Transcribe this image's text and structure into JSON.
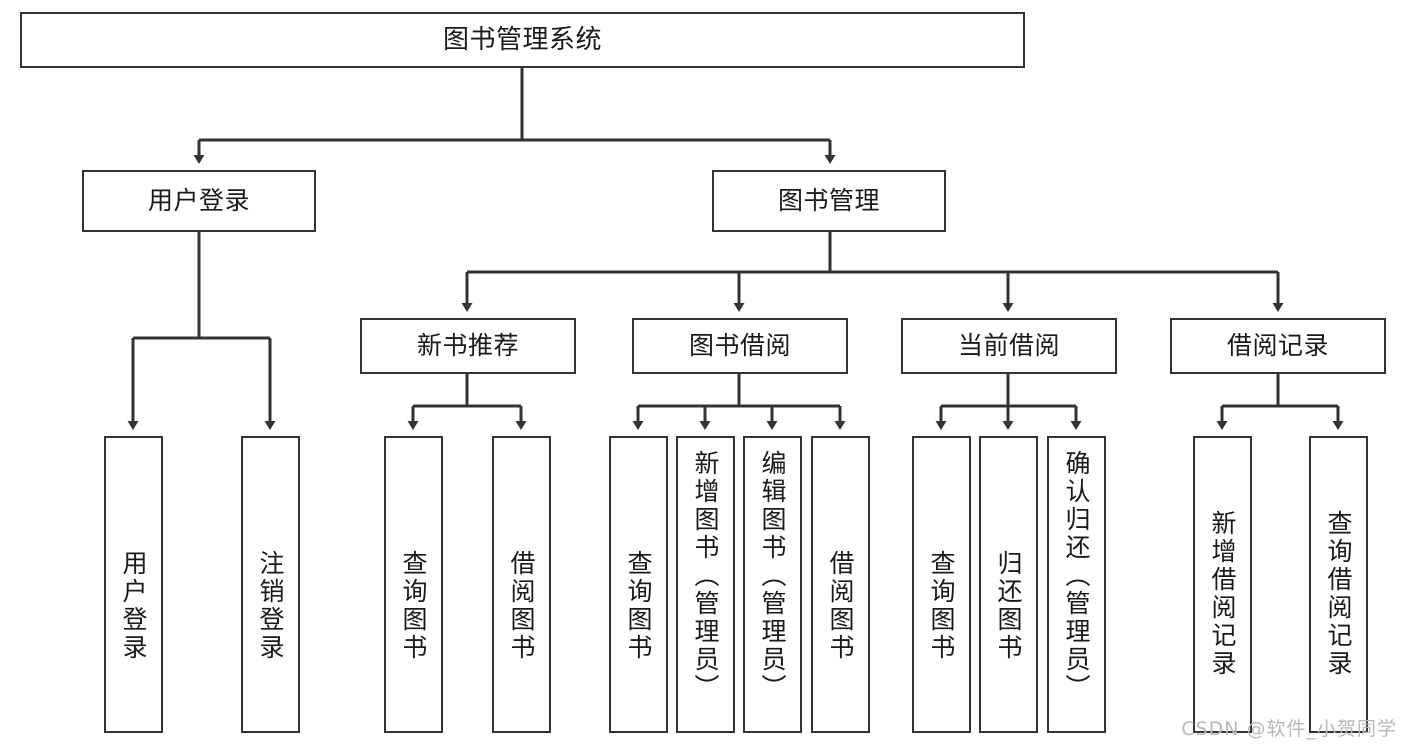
{
  "diagram": {
    "title": "图书管理系统",
    "type": "tree-hierarchy-chart",
    "colors": {
      "box_border": "#333333",
      "box_fill": "#ffffff",
      "edge": "#333333",
      "text": "#1a1a1a",
      "watermark": "#b9b9b9"
    },
    "root": {
      "label": "图书管理系统"
    },
    "level1": [
      {
        "label": "用户登录"
      },
      {
        "label": "图书管理"
      }
    ],
    "level2": [
      {
        "label": "新书推荐"
      },
      {
        "label": "图书借阅"
      },
      {
        "label": "当前借阅"
      },
      {
        "label": "借阅记录"
      }
    ],
    "leaves_user_login": [
      {
        "label": "用户登录"
      },
      {
        "label": "注销登录"
      }
    ],
    "leaves_new_book": [
      {
        "label": "查询图书"
      },
      {
        "label": "借阅图书"
      }
    ],
    "leaves_borrow": [
      {
        "label": "查询图书"
      },
      {
        "label": "新增图书（管理员）"
      },
      {
        "label": "编辑图书（管理员）"
      },
      {
        "label": "借阅图书"
      }
    ],
    "leaves_current": [
      {
        "label": "查询图书"
      },
      {
        "label": "归还图书"
      },
      {
        "label": "确认归还（管理员）"
      }
    ],
    "leaves_records": [
      {
        "label": "新增借阅记录"
      },
      {
        "label": "查询借阅记录"
      }
    ],
    "watermark": "CSDN @软件_小贺同学"
  }
}
